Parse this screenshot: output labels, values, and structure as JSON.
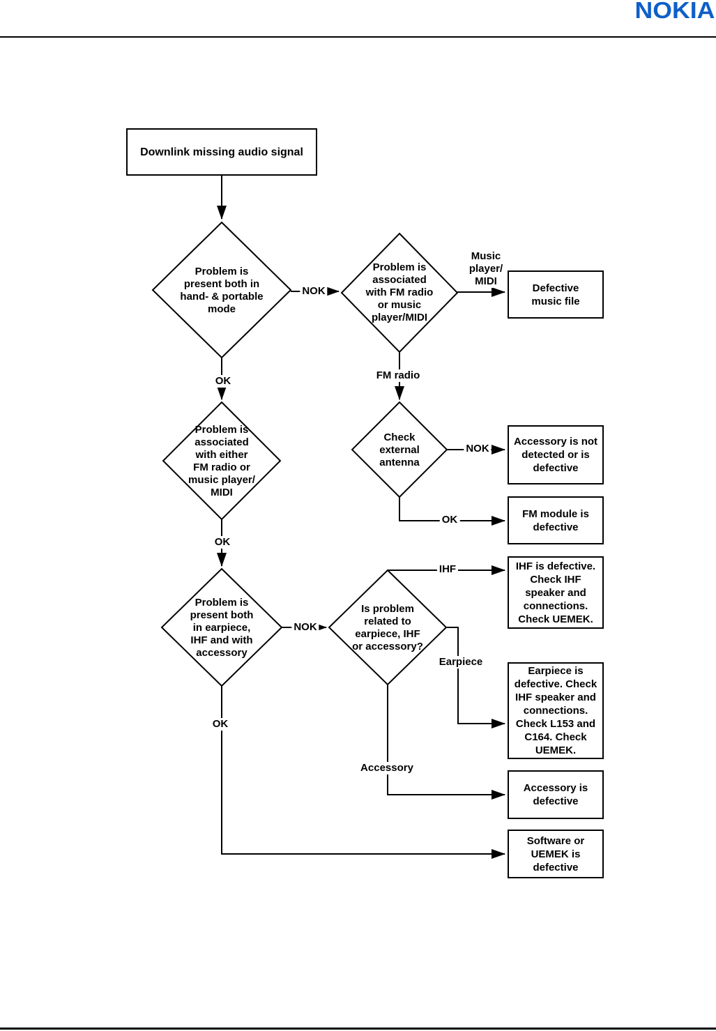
{
  "header": {
    "logo": "NOKIA"
  },
  "colors": {
    "nokia_blue": "#0f5fc8",
    "line_color": "#000000",
    "background": "#ffffff"
  },
  "flowchart": {
    "start": "Downlink missing audio signal",
    "decisions": {
      "hand_portable": "Problem is\npresent both in\nhand- & portable\nmode",
      "fm_or_music": "Problem is\nassociated\nwith FM radio\nor music\nplayer/MIDI",
      "either_fm_music": "Problem is\nassociated\nwith either\nFM radio or\nmusic player/\nMIDI",
      "earpiece_ihf_accessory": "Problem is\npresent both\nin earpiece,\nIHF and with\naccessory",
      "related_to": "Is problem\nrelated to\nearpiece, IHF\nor accessory?",
      "check_antenna": "Check\nexternal\nantenna"
    },
    "outcomes": {
      "music_file": "Defective\nmusic file",
      "accessory_not_detected": "Accessory is not\ndetected or is\ndefective",
      "fm_module": "FM module is\ndefective",
      "ihf_defective": "IHF is defective.\nCheck IHF\nspeaker and\nconnections.\nCheck UEMEK.",
      "earpiece_defective": "Earpiece is\ndefective. Check\nIHF speaker and\nconnections.\nCheck L153 and\nC164. Check\nUEMEK.",
      "accessory_defective": "Accessory is\ndefective",
      "software_uemek": "Software or\nUEMEK is\ndefective"
    },
    "edge_labels": {
      "nok_mode": "NOK",
      "ok_mode": "OK",
      "music_player_midi": "Music\nplayer/\nMIDI",
      "fm_radio": "FM radio",
      "nok_antenna": "NOK",
      "ok_antenna": "OK",
      "ok_either": "OK",
      "nok_present": "NOK",
      "ihf": "IHF",
      "earpiece": "Earpiece",
      "accessory": "Accessory",
      "ok_present": "OK"
    }
  }
}
